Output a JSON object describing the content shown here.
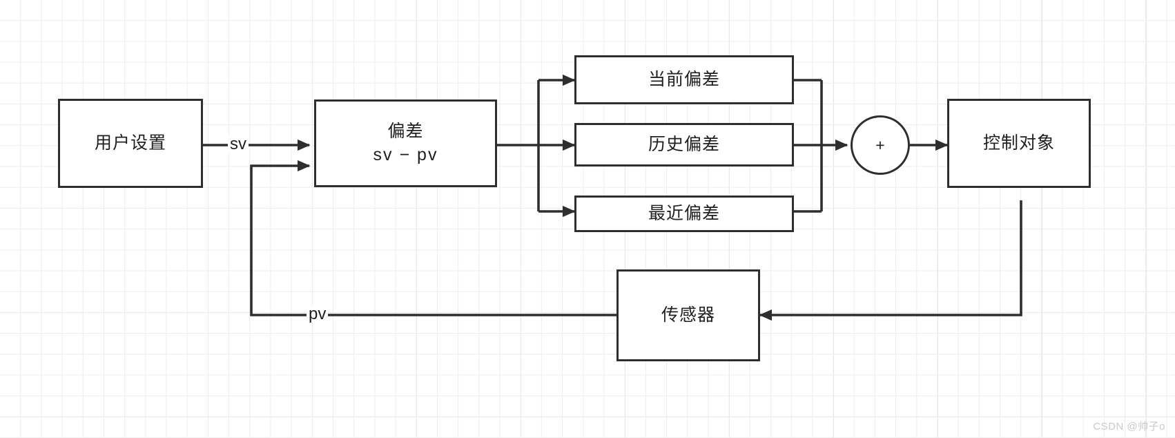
{
  "diagram": {
    "type": "control-loop-block-diagram",
    "stroke_color": "#2e2e2e",
    "grid_color": "#ededed",
    "background_color": "#ffffff",
    "nodes": {
      "user_setting": {
        "label": "用户设置"
      },
      "deviation": {
        "label": "偏差",
        "sub_label": "sv − pv"
      },
      "current_deviation": {
        "label": "当前偏差"
      },
      "historical_deviation": {
        "label": "历史偏差"
      },
      "recent_deviation": {
        "label": "最近偏差"
      },
      "summing_junction": {
        "label": "+"
      },
      "controlled_object": {
        "label": "控制对象"
      },
      "sensor": {
        "label": "传感器"
      }
    },
    "edge_labels": {
      "sv": "sv",
      "pv": "pv"
    }
  },
  "watermark": {
    "text": "CSDN @帅子o"
  }
}
